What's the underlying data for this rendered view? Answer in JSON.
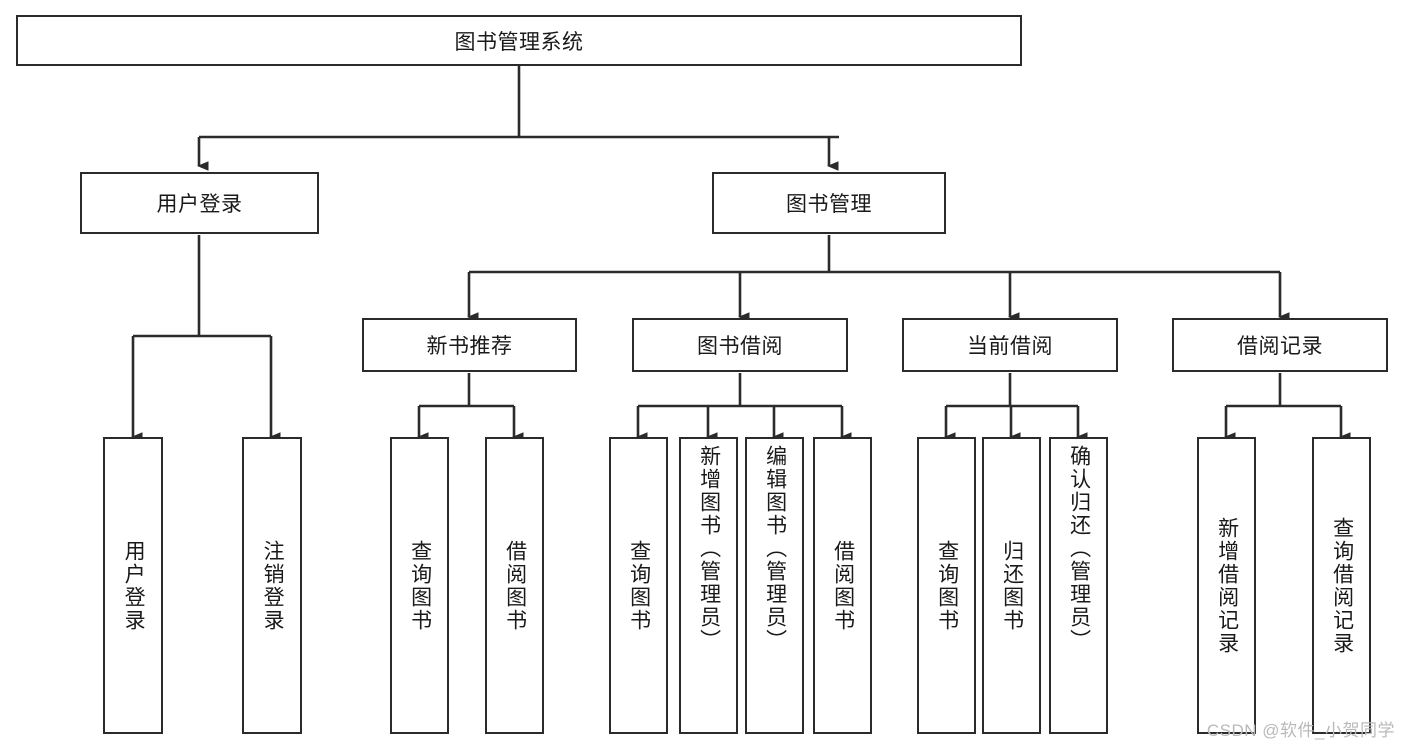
{
  "diagram": {
    "type": "tree",
    "title_node": {
      "label": "图书管理系统"
    },
    "level2": [
      {
        "id": "user-login",
        "label": "用户登录"
      },
      {
        "id": "book-manage",
        "label": "图书管理"
      }
    ],
    "level3": [
      {
        "id": "new-book-recommend",
        "label": "新书推荐"
      },
      {
        "id": "book-borrow",
        "label": "图书借阅"
      },
      {
        "id": "current-borrow",
        "label": "当前借阅"
      },
      {
        "id": "borrow-record",
        "label": "借阅记录"
      }
    ],
    "leaves": {
      "user_login": [
        {
          "id": "leaf-user-login",
          "label": "用户登录"
        },
        {
          "id": "leaf-logout-login",
          "label": "注销登录"
        }
      ],
      "new_book_recommend": [
        {
          "id": "leaf-query-book-1",
          "label": "查询图书"
        },
        {
          "id": "leaf-borrow-book-1",
          "label": "借阅图书"
        }
      ],
      "book_borrow": [
        {
          "id": "leaf-query-book-2",
          "label": "查询图书"
        },
        {
          "id": "leaf-add-book",
          "label": "新增图书（管理员）"
        },
        {
          "id": "leaf-edit-book",
          "label": "编辑图书（管理员）"
        },
        {
          "id": "leaf-borrow-book-2",
          "label": "借阅图书"
        }
      ],
      "current_borrow": [
        {
          "id": "leaf-query-book-3",
          "label": "查询图书"
        },
        {
          "id": "leaf-return-book",
          "label": "归还图书"
        },
        {
          "id": "leaf-confirm-return",
          "label": "确认归还（管理员）"
        }
      ],
      "borrow_record": [
        {
          "id": "leaf-add-record",
          "label": "新增借阅记录"
        },
        {
          "id": "leaf-query-record",
          "label": "查询借阅记录"
        }
      ]
    }
  },
  "watermark": {
    "text": "CSDN @软件_小贺同学"
  },
  "colors": {
    "border": "#2b2b2b",
    "text": "#1a1a1a",
    "background": "#ffffff",
    "watermark": "#b9b9b9"
  }
}
